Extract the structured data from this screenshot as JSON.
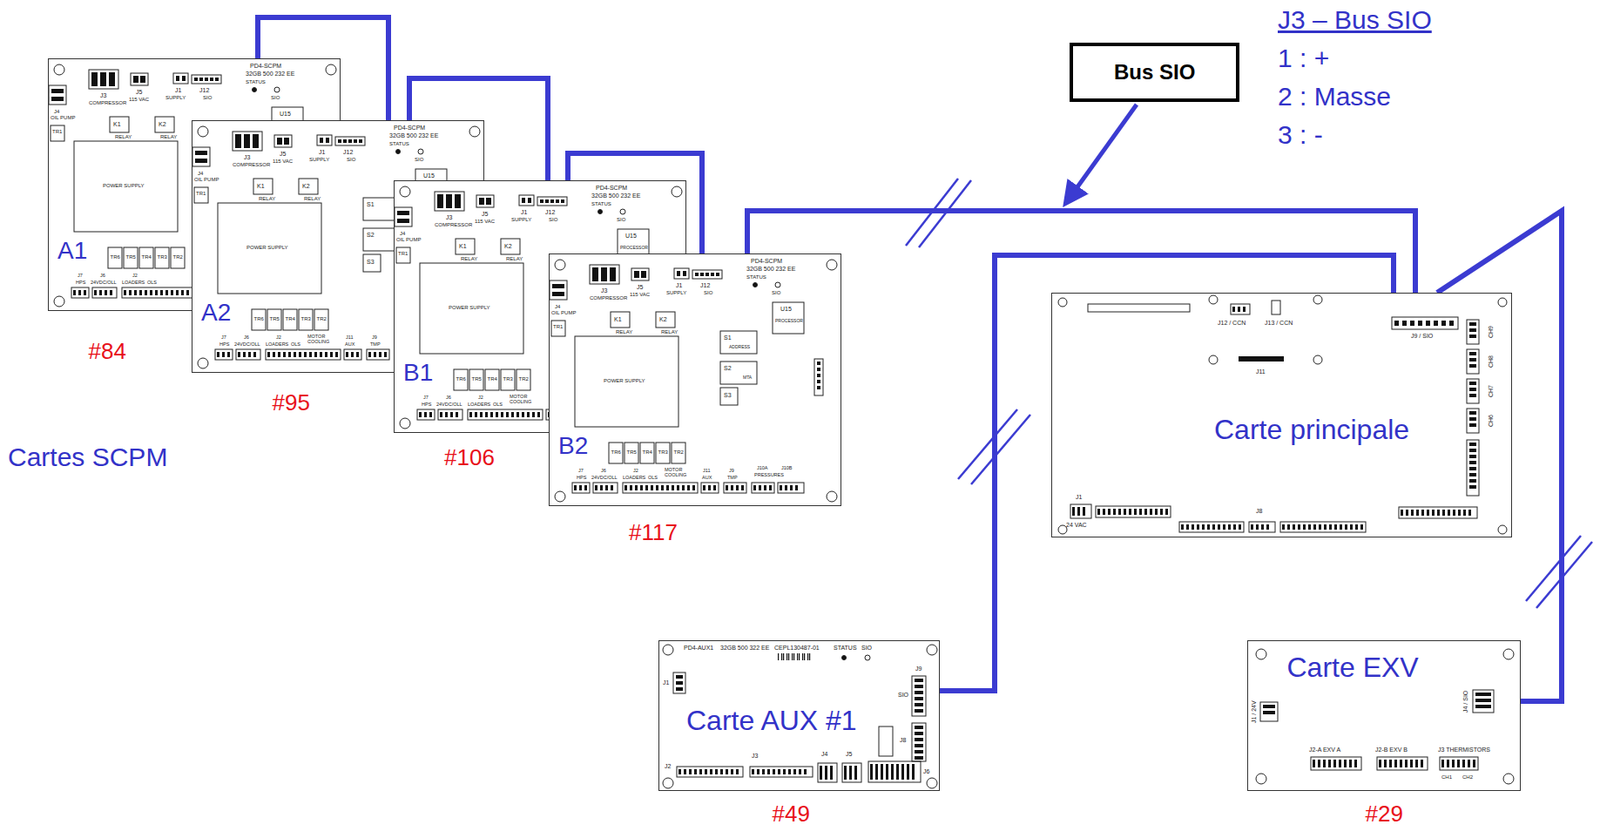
{
  "diagram": {
    "nodes": [
      {
        "text": [
          "A1"
        ]
      },
      {
        "text": [
          "A2"
        ]
      },
      {
        "text": [
          "B1"
        ]
      },
      {
        "text": [
          "B2"
        ]
      },
      {
        "text": [
          "Bus SIO"
        ]
      },
      {
        "text": [
          "Carte principale"
        ]
      },
      {
        "text": [
          "Carte AUX #1"
        ]
      },
      {
        "text": [
          "Carte EXV"
        ]
      }
    ],
    "edges": [
      {
        "from": 0,
        "to": 1,
        "arrow": "none"
      },
      {
        "from": 1,
        "to": 2,
        "arrow": "none"
      },
      {
        "from": 2,
        "to": 3,
        "arrow": "none"
      },
      {
        "from": 3,
        "to": 5,
        "arrow": "none"
      },
      {
        "from": 6,
        "to": 5,
        "arrow": "none"
      },
      {
        "from": 7,
        "to": 5,
        "arrow": "none"
      }
    ],
    "labels": [
      "J3 – Bus SIO",
      "1 : +",
      "2 : Masse",
      "3 : -",
      "Cartes SCPM",
      "#84",
      "#95",
      "#106",
      "#117",
      "#49",
      "#29",
      "PD4-SCPM",
      "32GB 500 232 EE",
      "STATUS",
      "SIO",
      "J1",
      "SUPPLY",
      "J12",
      "SIO",
      "J5",
      "115 VAC",
      "J3",
      "COMPRESSOR",
      "J4",
      "OIL PUMP",
      "TR1",
      "K1",
      "RELAY",
      "K2",
      "RELAY",
      "POWER SUPPLY",
      "U15",
      "TR6",
      "TR5",
      "TR4",
      "TR3",
      "TR2",
      "J7",
      "HPS",
      "J6",
      "24VDC/OLL",
      "J2",
      "LOADERS",
      "OLS",
      "PD4-SCPM",
      "32GB 500 232 EE",
      "STATUS",
      "SIO",
      "J1",
      "SUPPLY",
      "J12",
      "SIO",
      "J5",
      "115 VAC",
      "J3",
      "COMPRESSOR",
      "J4",
      "OIL PUMP",
      "TR1",
      "K1",
      "RELAY",
      "K2",
      "RELAY",
      "POWER SUPPLY",
      "U15",
      "S1",
      "S2",
      "S3",
      "TR6",
      "TR5",
      "TR4",
      "TR3",
      "TR2",
      "J7",
      "HPS",
      "J6",
      "24VDC/OLL",
      "J2",
      "LOADERS",
      "OLS",
      "MOTOR COOLING",
      "J11",
      "AUX",
      "J9",
      "TMP",
      "PD4-SCPM",
      "32GB 500 232 EE",
      "STATUS",
      "SIO",
      "J1",
      "SUPPLY",
      "J12",
      "SIO",
      "J5",
      "115 VAC",
      "J3",
      "COMPRESSOR",
      "J4",
      "OIL PUMP",
      "TR1",
      "K1",
      "RELAY",
      "K2",
      "RELAY",
      "POWER SUPPLY",
      "U15",
      "PROCESSOR",
      "TR6",
      "TR5",
      "TR4",
      "TR3",
      "TR2",
      "J7",
      "HPS",
      "J6",
      "24VDC/OLL",
      "J2",
      "LOADERS",
      "OLS",
      "MOTOR COOLING",
      "PD4-SCPM",
      "32GB 500 232 EE",
      "STATUS",
      "SIO",
      "J1",
      "SUPPLY",
      "J12",
      "SIO",
      "J5",
      "115 VAC",
      "J3",
      "COMPRESSOR",
      "J4",
      "OIL PUMP",
      "TR1",
      "K1",
      "RELAY",
      "K2",
      "RELAY",
      "POWER SUPPLY",
      "U15",
      "PROCESSOR",
      "S1",
      "ADDRESS",
      "S2",
      "MTA",
      "S3",
      "TR6",
      "TR5",
      "TR4",
      "TR3",
      "TR2",
      "J7",
      "HPS",
      "J6",
      "24VDC/OLL",
      "J2",
      "LOADERS",
      "OLS",
      "MOTOR COOLING",
      "J11",
      "AUX",
      "J9",
      "TMP",
      "J10A",
      "PRESSURES",
      "J10B",
      "J12 / CCN",
      "J13 / CCN",
      "J11",
      "J9 / SIO",
      "J1",
      "24 VAC",
      "J8",
      "CH9",
      "CH8",
      "CH7",
      "CH6",
      "PD4-AUX1",
      "32GB 500 322 EE",
      "CEPL130487-01",
      "STATUS",
      "SIO",
      "J9",
      "SIO",
      "J8",
      "J1",
      "J2",
      "J3",
      "J4",
      "J5",
      "J6",
      "J1 / 24V",
      "J4 / SIO",
      "J2-A EXV A",
      "J2-B EXV B",
      "J3 THERMISTORS",
      "CH1",
      "CH2"
    ]
  }
}
